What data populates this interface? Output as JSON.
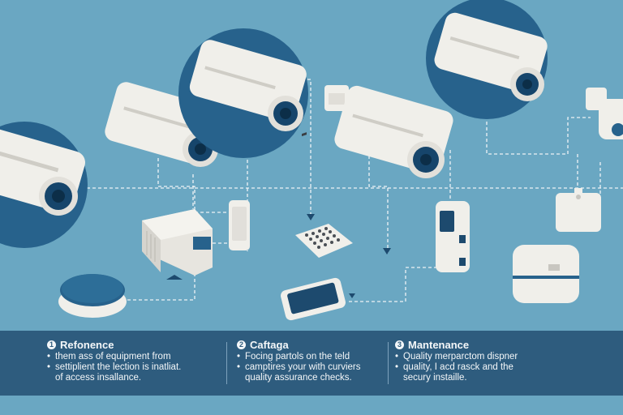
{
  "colors": {
    "background": "#6aa7c2",
    "panel": "#2e5c7e",
    "circle": "#27628c",
    "device_body": "#f0efea",
    "lens": "#16456b",
    "connector": "#eef3f6"
  },
  "icons": [
    "cctv-camera-icon",
    "wall-mount-icon",
    "access-panel-icon",
    "smartphone-icon",
    "keypad-icon",
    "motion-sensor-icon",
    "smart-hub-icon"
  ],
  "legend": [
    {
      "number": "1",
      "title": "Refonence",
      "lines": [
        "them ass of equipment from",
        "settiplient the lection is inatliat.",
        "of access insallance."
      ]
    },
    {
      "number": "2",
      "title": "Caftaga",
      "lines": [
        "Focing partols on the teld",
        "camptires your with curviers",
        "quality assurance checks."
      ]
    },
    {
      "number": "3",
      "title": "Mantenance",
      "lines": [
        "Quality merparctom dispner",
        "quality, I acd rasck and the",
        "secury instaille."
      ]
    }
  ]
}
